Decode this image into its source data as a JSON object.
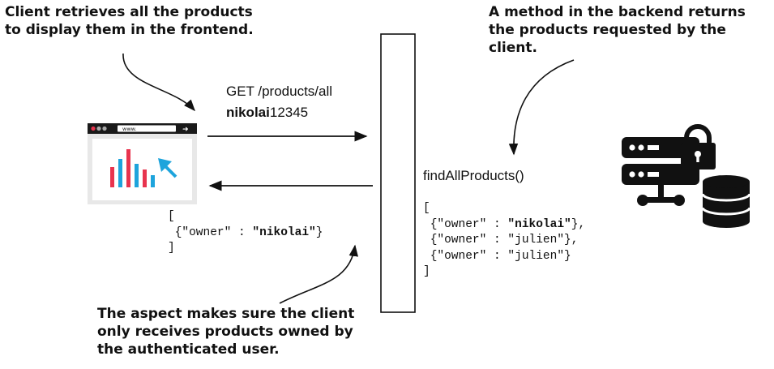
{
  "callouts": {
    "client": "Client retrieves all the products\nto display them in the frontend.",
    "backend": "A method in the backend returns\nthe products requested by the client.",
    "aspect": "The aspect makes sure the client\nonly receives products owned by\nthe authenticated user."
  },
  "request": {
    "line": "GET /products/all",
    "user_bold": "nikolai",
    "user_rest": "12345"
  },
  "browser": {
    "url": "www."
  },
  "method_name": "findAllProducts()",
  "client_result": {
    "open": "[",
    "row": {
      "prefix": " {\"owner\" : ",
      "owner": "\"nikolai\"",
      "suffix": "}"
    },
    "close": "]"
  },
  "backend_result": {
    "open": "[",
    "rows": [
      {
        "prefix": " {\"owner\" : ",
        "owner": "\"nikolai\"",
        "suffix": "},"
      },
      {
        "prefix": " {\"owner\" : ",
        "owner": "\"julien\"",
        "suffix": "},"
      },
      {
        "prefix": " {\"owner\" : ",
        "owner": "\"julien\"",
        "suffix": "}"
      }
    ],
    "close": "]"
  },
  "colors": {
    "bar_red": "#e8344e",
    "bar_blue": "#1ea4dc",
    "dark": "#111111"
  }
}
